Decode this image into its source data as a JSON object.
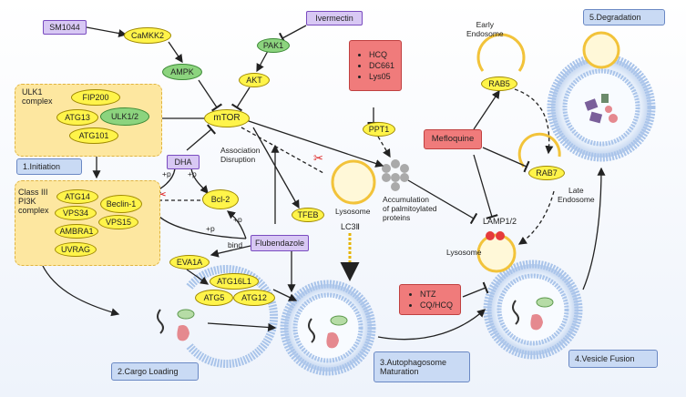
{
  "drugs": {
    "sm1044": "SM1044",
    "ivermectin": "Ivermectin",
    "dha": "DHA",
    "flubendazole": "Flubendazole",
    "mefloquine": "Mefloquine",
    "hcq_list": [
      "HCQ",
      "DC661",
      "Lys05"
    ],
    "ntz_list": [
      "NTZ",
      "CQ/HCQ"
    ]
  },
  "proteins": {
    "camkk2": "CaMKK2",
    "ampk": "AMPK",
    "pak1": "PAK1",
    "akt": "AKT",
    "mtor": "mTOR",
    "fip200": "FIP200",
    "atg13": "ATG13",
    "ulk12": "ULK1/2",
    "atg101": "ATG101",
    "atg14": "ATG14",
    "beclin1": "Beclin-1",
    "vps34": "VPS34",
    "vps15": "VPS15",
    "ambra1": "AMBRA1",
    "uvrag": "UVRAG",
    "bcl2": "Bcl-2",
    "tfeb": "TFEB",
    "eva1a": "EVA1A",
    "atg16l1": "ATG16L1",
    "atg5": "ATG5",
    "atg12": "ATG12",
    "ppt1": "PPT1",
    "rab5": "RAB5",
    "rab7": "RAB7",
    "lamp12": "LAMP1/2"
  },
  "labels": {
    "ulk1_complex": "ULK1\ncomplex",
    "class3_complex": "Class III\nPI3K\ncomplex",
    "assoc_disruption": "Association\nDisruption",
    "lysosome_mid": "Lysosome",
    "lysosome_right": "Lysosome",
    "lc3": "LC3Ⅱ",
    "bind": "bind",
    "accumulation": "Accumulation\nof palmitoylated\nproteins",
    "early_endosome": "Early\nEndosome",
    "late_endosome": "Late\nEndosome",
    "p1": "+p",
    "p2": "+p",
    "p3": "+p",
    "p4": "+p"
  },
  "stages": {
    "initiation": "1.Initiation",
    "cargo": "2.Cargo Loading",
    "maturation": "3.Autophagosome\nMaturation",
    "fusion": "4.Vesicle Fusion",
    "degradation": "5.Degradation"
  },
  "colors": {
    "protein_fill": "#fff44a",
    "kinase_fill": "#8cd47e",
    "drug_box": "#d8c8f4",
    "inhibitor_box": "#f07b7b",
    "stage_box": "#c9daf4",
    "complex_bg": "#fde7a0",
    "membrane": "#a9c4ea"
  }
}
